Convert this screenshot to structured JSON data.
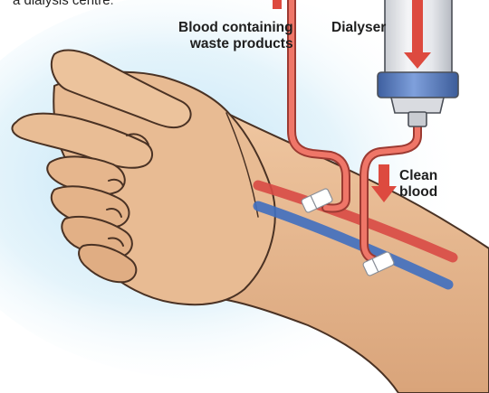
{
  "intro_text": "a dialysis centre.",
  "labels": {
    "blood_line1": "Blood containing",
    "blood_line2": "waste products",
    "dialyser": "Dialyser",
    "clean_line1": "Clean",
    "clean_line2": "blood"
  },
  "colors": {
    "background_glow": "#cfeaf8",
    "skin": "#e8bb93",
    "skin_shadow": "#cf9a72",
    "outline": "#4a3224",
    "artery": "#d84a45",
    "vein": "#3f6fc0",
    "tube_fill": "#ef7668",
    "tube_outline": "#9c3a32",
    "dialyser_cap": "#5b7fc4",
    "arrow": "#dd4a3f"
  }
}
